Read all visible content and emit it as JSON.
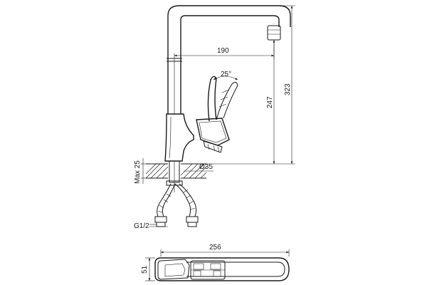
{
  "dimensions": {
    "spout_reach": "190",
    "lever_angle": "25°",
    "spout_height": "247",
    "total_height": "323",
    "base_diameter": "Ø35",
    "max_mount_thickness": "Max 25",
    "thread": "G1/2",
    "top_length": "256",
    "top_width": "51"
  }
}
